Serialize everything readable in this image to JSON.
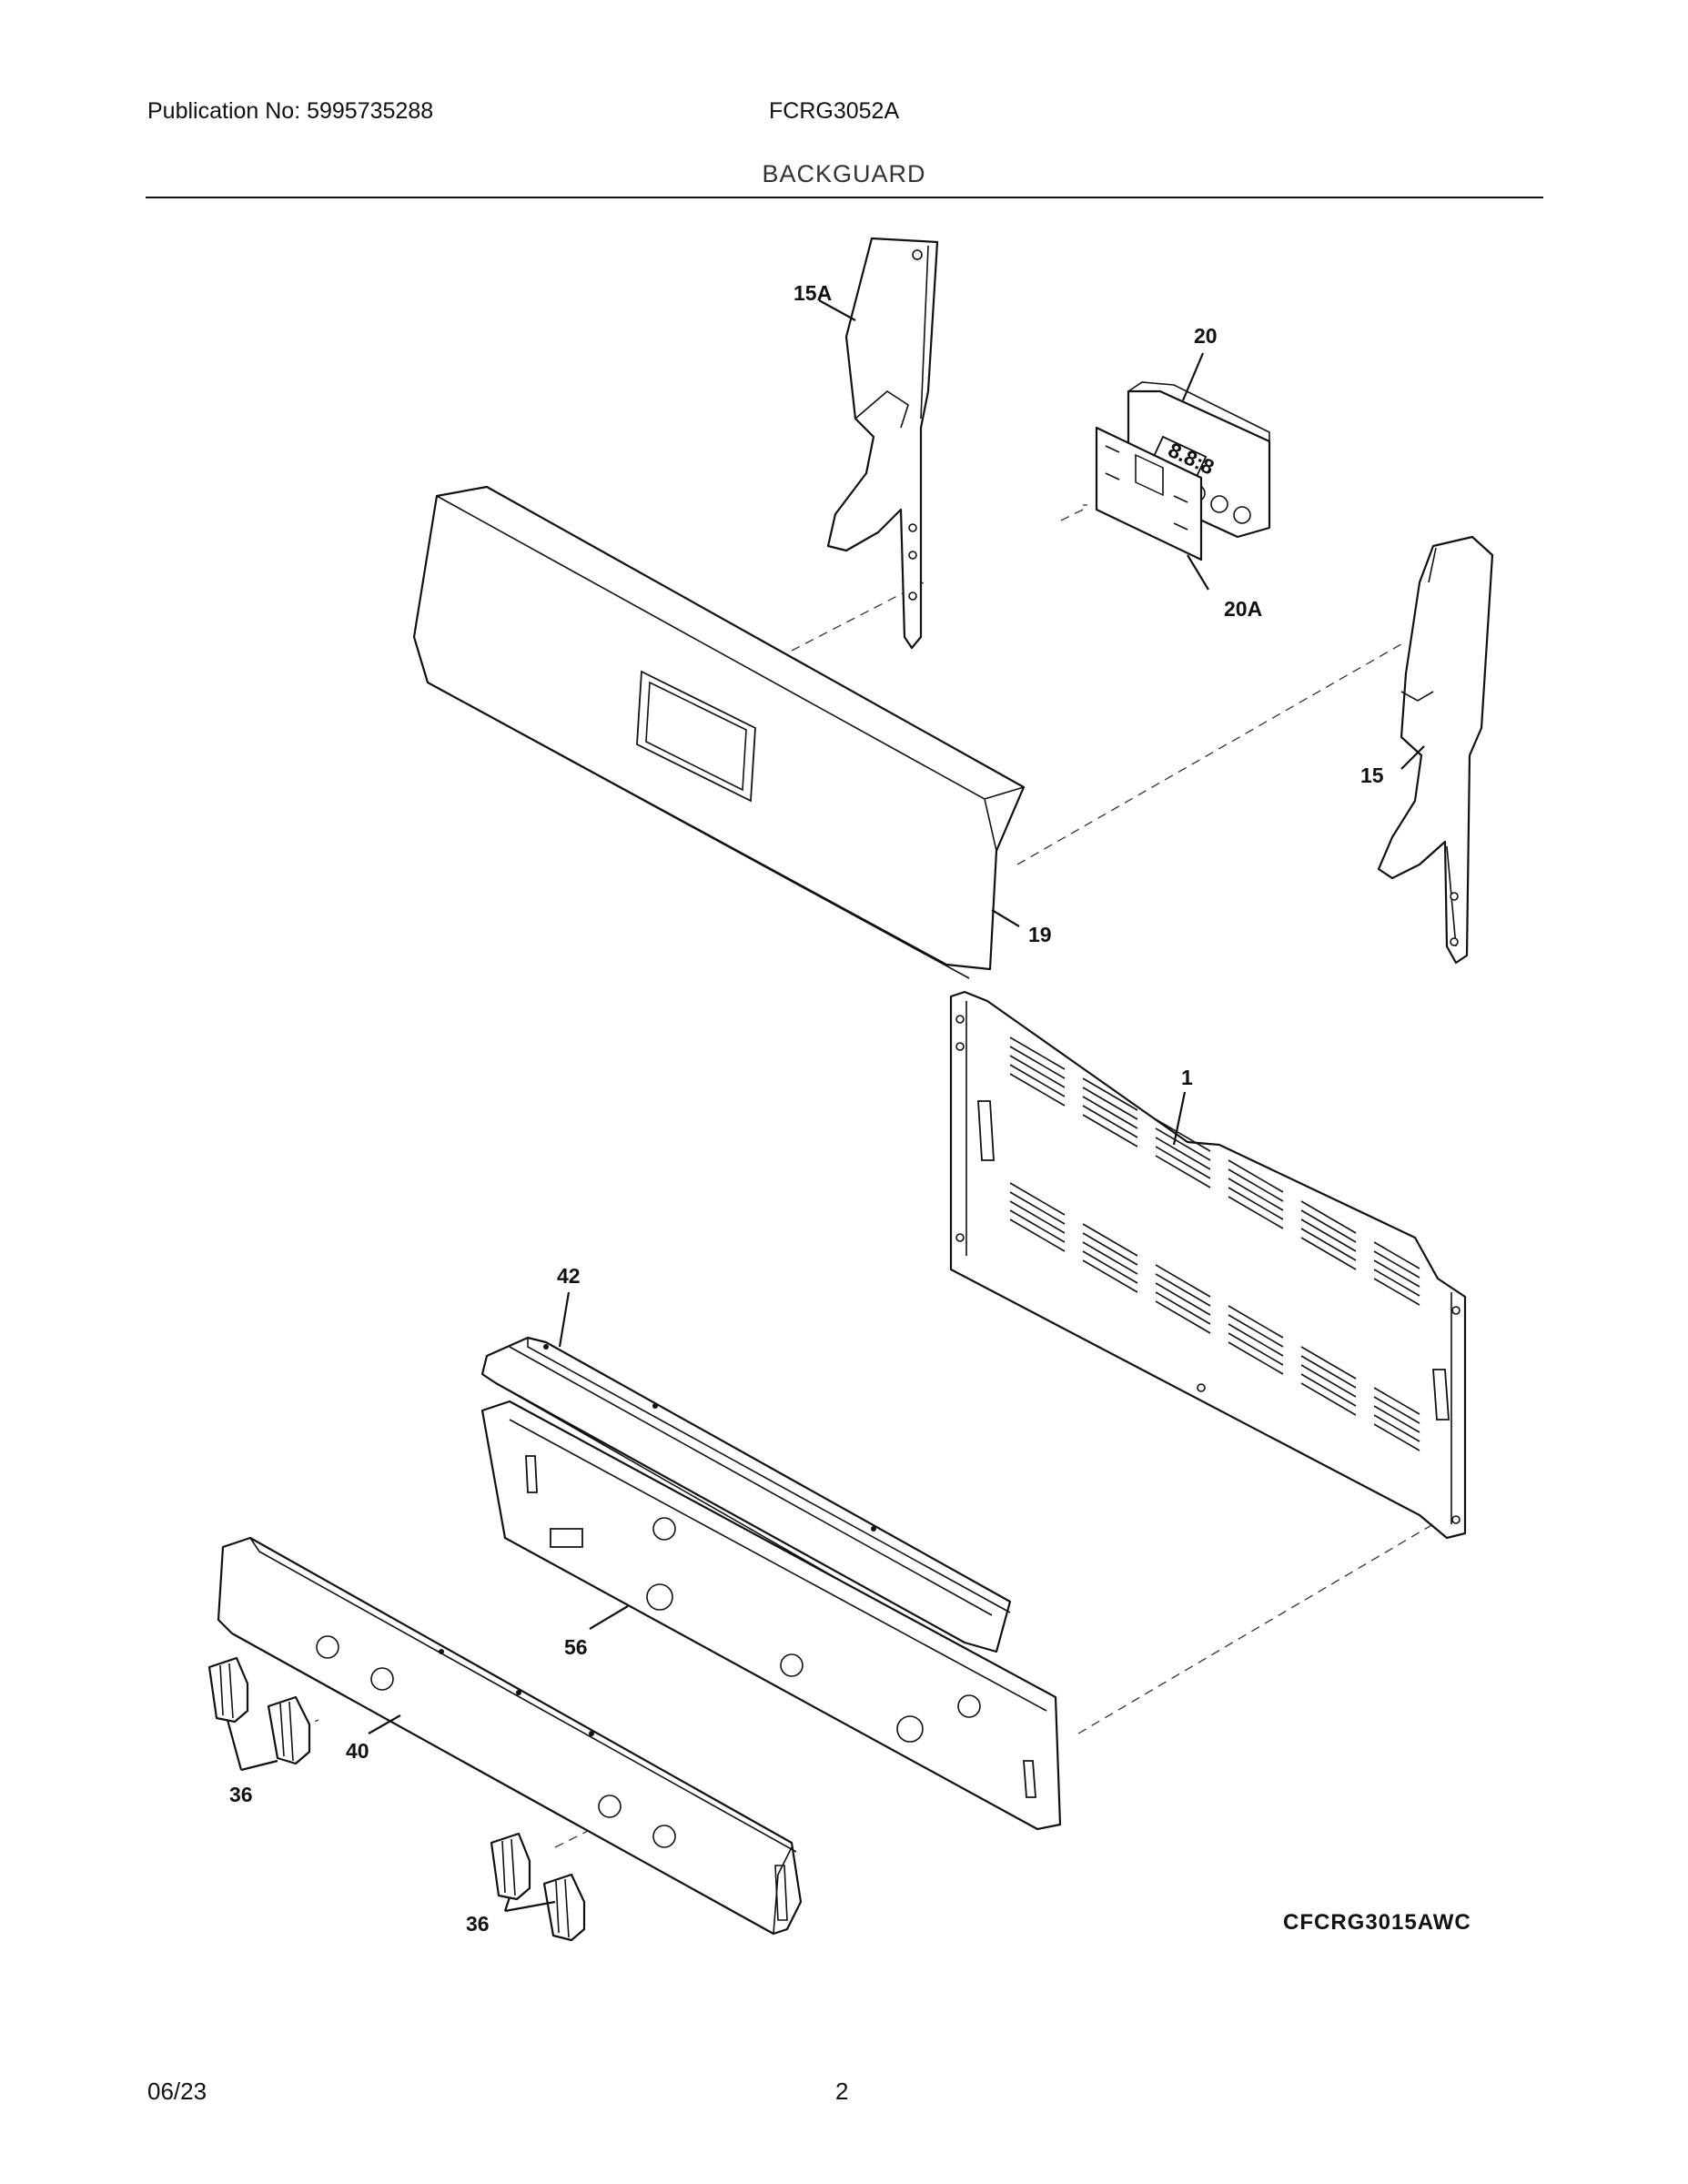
{
  "header": {
    "publication": "Publication No: 5995735288",
    "model": "FCRG3052A",
    "section": "BACKGUARD"
  },
  "callouts": {
    "p15a": "15A",
    "p20": "20",
    "p20a": "20A",
    "p15": "15",
    "p19": "19",
    "p1": "1",
    "p42": "42",
    "p56": "56",
    "p40": "40",
    "p36a": "36",
    "p36b": "36"
  },
  "display_readout": "8.8:8",
  "drawing_code": "CFCRG3015AWC",
  "footer": {
    "date": "06/23",
    "page": "2"
  }
}
